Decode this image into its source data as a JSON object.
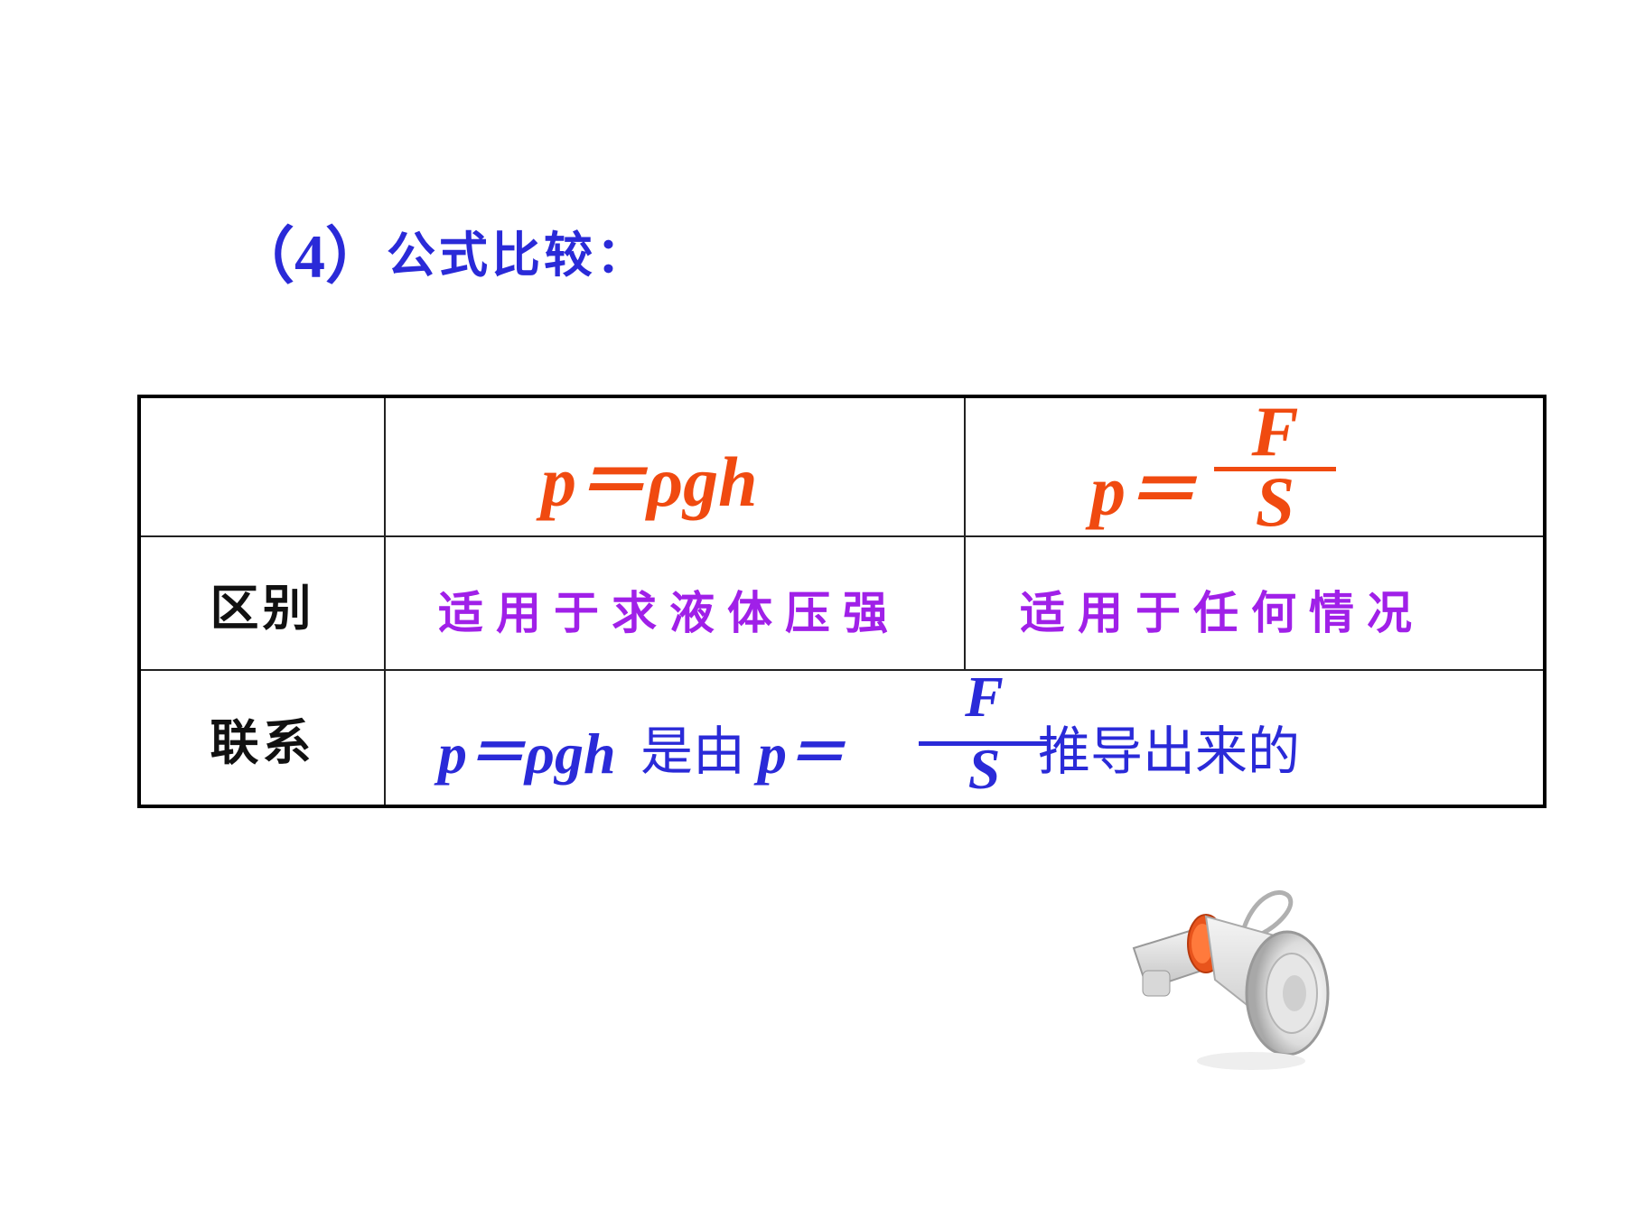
{
  "heading": {
    "number": "（4）",
    "title": "公式比较："
  },
  "table": {
    "header": {
      "formula1": "p＝ρgh",
      "formula2": {
        "lhs": "p＝",
        "numerator": "F",
        "denominator": "S"
      }
    },
    "row_difference": {
      "label": "区别",
      "col1": "适用于求液体压强",
      "col2": "适用于任何情况"
    },
    "row_relation": {
      "label": "联系",
      "formula": "p＝ρgh",
      "text1": "是由",
      "formula2_lhs": "p＝",
      "numerator": "F",
      "denominator": "S",
      "text2": "推导出来的"
    }
  },
  "colors": {
    "heading": "#2a2ad8",
    "formula_red": "#f04a10",
    "purple": "#a020e8",
    "blue": "#2a2ad8"
  },
  "icons": [
    "megaphone-icon"
  ]
}
